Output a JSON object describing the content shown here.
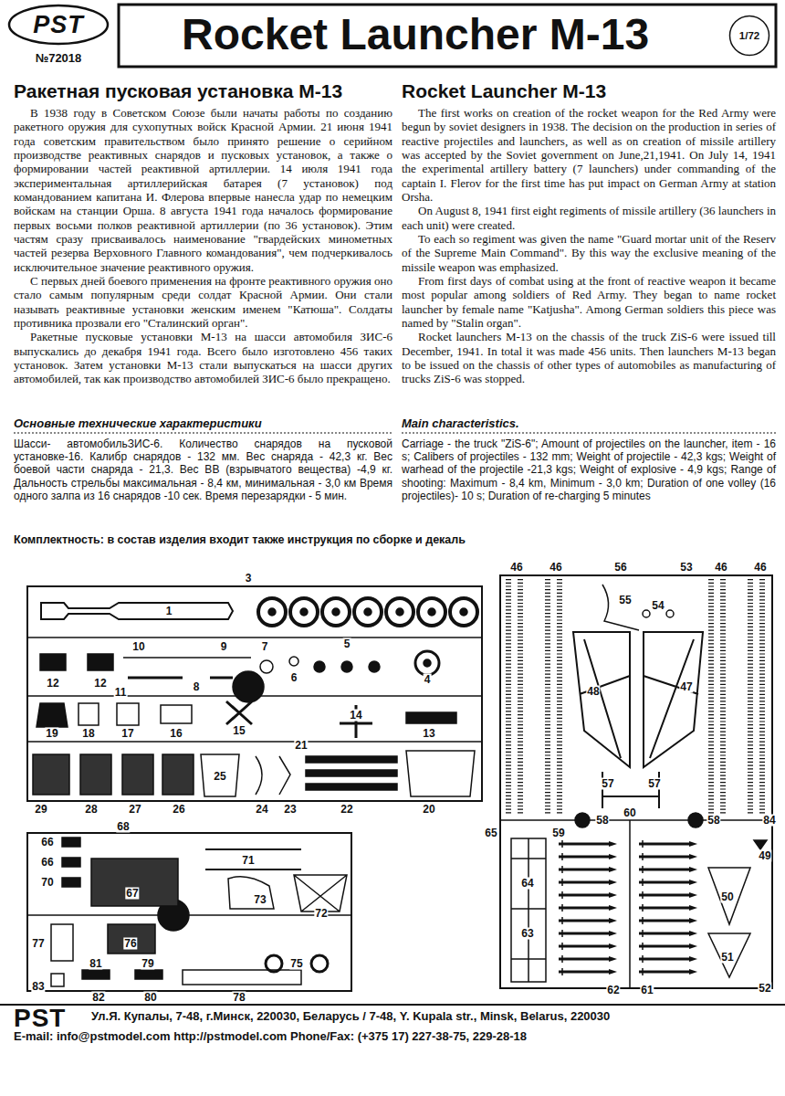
{
  "diagram": {
    "title": "Rocket Launcher M-13",
    "nodes": [
      {
        "text": [
          "PST",
          "№72018"
        ]
      },
      {
        "text": [
          "1/72"
        ]
      }
    ],
    "labels": [
      "Ракетная пусковая установка М-13",
      "Rocket Launcher M-13",
      "В 1938 году в Советском Союзе были начаты работы по созданию ракетного оружия для сухопутных войск Красной Армии. 21 июня 1941 года советским правительством было принято решение о серийном производстве реактивных снарядов и пусковых установок, а также о формировании частей реактивной артиллерии. 14 июля 1941 года экспериментальная артиллерийская батарея (7 установок) под командованием капитана И. Флерова впервые нанесла удар по немецким войскам на станции Орша. 8 августа 1941 года началось формирование первых восьми полков реактивной артиллерии (по 36 установок). Этим частям сразу присваивалось наименование \"гвардейских минометных частей резерва Верховного Главного командования\", чем подчеркивалось исключительное значение реактивного оружия.",
      "С первых дней боевого применения на фронте реактивного оружия оно стало самым популярным среди солдат Красной Армии. Они стали называть реактивные установки женским именем \"Катюша\". Солдаты противника прозвали его \"Сталинский орган\".",
      "Ракетные пусковые установки М-13 на шасси автомобиля ЗИС-6 выпускались до декабря 1941 года. Всего было изготовлено 456 таких установок. Затем установки М-13 стали выпускаться на шасси других автомобилей, так как производство автомобилей ЗИС-6 было прекращено.",
      "The first works on creation of the rocket weapon for the Red Army were begun by soviet designers in 1938. The decision on the production in series of reactive projectiles and launchers, as well as on creation of missile artillery was accepted by the Soviet government on June,21,1941. On July 14, 1941 the experimental artillery battery (7 launchers) under commanding of the captain I. Flerov for the first time has put impact on German Army at station Orsha.",
      "On August 8, 1941 first eight regiments of missile artillery (36 launchers in each unit) were created.",
      "To each so regiment was given the name \"Guard mortar unit of the Reserv of the Supreme Main Command\". By this way the exclusive meaning of the missile weapon was emphasized.",
      "From first days of combat using at the front of reactive weapon it became most popular among soldiers of Red Army. They began to name rocket launcher by female name \"Katjusha\". Among German soldiers this piece was named by \"Stalin organ\".",
      "Rocket launchers M-13 on the chassis of the truck ZiS-6 were issued till December, 1941. In total it was made 456 units. Then launchers M-13 began to be issued on the chassis of other types of automobiles as manufacturing of trucks ZiS-6 was stopped.",
      "Основные технические характеристики",
      "Main characteristics.",
      "Шасси- автомобильЗИС-6. Количество снарядов на пусковой установке-16. Калибр снарядов - 132 мм. Вес снаряда - 42,3 кг. Вес боевой части снаряда - 21,3. Вес ВВ (взрывчатого вещества) -4,9 кг. Дальность стрельбы максимальная - 8,4 км, минимальная - 3,0 км Время одного залпа из 16 снарядов -10 сек. Время перезарядки - 5 мин.",
      "Carriage - the truck \"ZiS-6\"; Amount of projectiles on the launcher, item - 16 s; Calibers of projectiles - 132 mm; Weight of projectile - 42,3 kgs; Weight of warhead of the projectile -21,3 kgs; Weight of explosive - 4,9 kgs; Range of shooting: Maximum - 8,4 km, Minimum - 3,0 km; Duration of one volley (16 projectiles)- 10 s; Duration of re-charging 5 minutes",
      "Комплектность: в состав изделия входит также инструкция по сборке и декаль",
      "3",
      "1",
      "10",
      "9",
      "7",
      "5",
      "12",
      "12",
      "11",
      "8",
      "6",
      "4",
      "19",
      "18",
      "17",
      "16",
      "15",
      "14",
      "13",
      "21",
      "25",
      "29",
      "28",
      "27",
      "26",
      "24",
      "23",
      "22",
      "20",
      "68",
      "66",
      "66",
      "70",
      "71",
      "67",
      "73",
      "72",
      "77",
      "76",
      "81",
      "79",
      "75",
      "83",
      "82",
      "80",
      "78",
      "46",
      "46",
      "56",
      "53",
      "46",
      "46",
      "55",
      "54",
      "48",
      "47",
      "57",
      "57",
      "60",
      "65",
      "59",
      "58",
      "58",
      "84",
      "49",
      "64",
      "50",
      "63",
      "51",
      "52",
      "62",
      "61",
      "PST",
      "Ул.Я. Купалы, 7-48, г.Минск, 220030, Беларусь / 7-48, Y. Kupala str., Minsk, Belarus, 220030",
      "E-mail: info@pstmodel.com http://pstmodel.com Phone/Fax: (+375 17) 227-38-75, 229-28-18"
    ]
  }
}
